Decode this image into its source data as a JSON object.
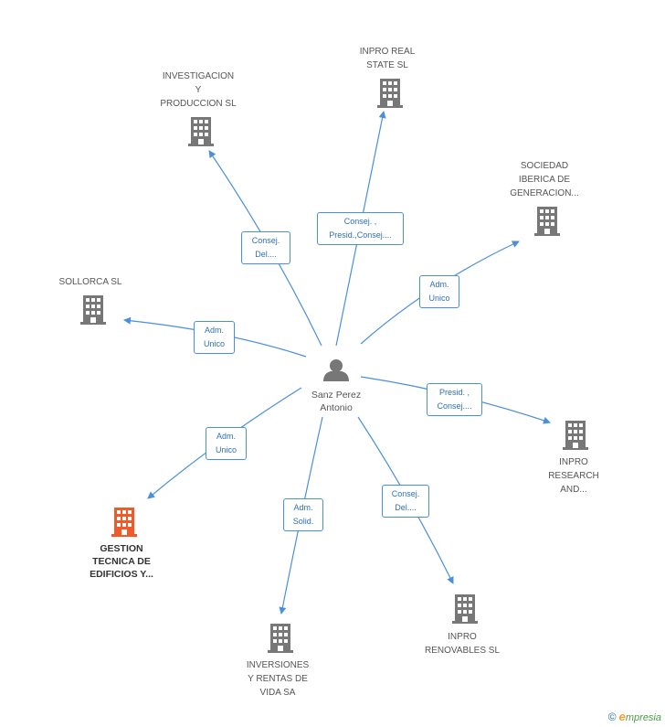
{
  "center": {
    "name_line1": "Sanz Perez",
    "name_line2": "Antonio"
  },
  "companies": {
    "investigacion": {
      "lines": [
        "INVESTIGACION",
        "Y",
        "PRODUCCION SL"
      ]
    },
    "inpro_real": {
      "lines": [
        "INPRO REAL",
        "STATE SL"
      ]
    },
    "sociedad": {
      "lines": [
        "SOCIEDAD",
        "IBERICA DE",
        "GENERACION..."
      ]
    },
    "sollorca": {
      "lines": [
        "SOLLORCA SL"
      ]
    },
    "inpro_research": {
      "lines": [
        "INPRO",
        "RESEARCH",
        "AND..."
      ]
    },
    "gestion": {
      "lines": [
        "GESTION",
        "TECNICA DE",
        "EDIFICIOS Y..."
      ]
    },
    "inpro_renovables": {
      "lines": [
        "INPRO",
        "RENOVABLES SL"
      ]
    },
    "inversiones": {
      "lines": [
        "INVERSIONES",
        "Y RENTAS DE",
        "VIDA SA"
      ]
    }
  },
  "edges": {
    "investigacion": [
      "Consej.",
      "Del...."
    ],
    "inpro_real": [
      "Consej. ,",
      "Presid.,Consej...."
    ],
    "sociedad": [
      "Adm.",
      "Unico"
    ],
    "sollorca": [
      "Adm.",
      "Unico"
    ],
    "inpro_research": [
      "Presid. ,",
      "Consej...."
    ],
    "gestion": [
      "Adm.",
      "Unico"
    ],
    "inpro_renovables": [
      "Consej.",
      "Del...."
    ],
    "inversiones": [
      "Adm.",
      "Solid."
    ]
  },
  "colors": {
    "edge": "#4a8fdc",
    "building": "#777777",
    "highlight": "#f05a28",
    "person": "#777777"
  },
  "watermark": {
    "copyright": "©",
    "brand_e": "e",
    "brand_rest": "mpresia"
  }
}
